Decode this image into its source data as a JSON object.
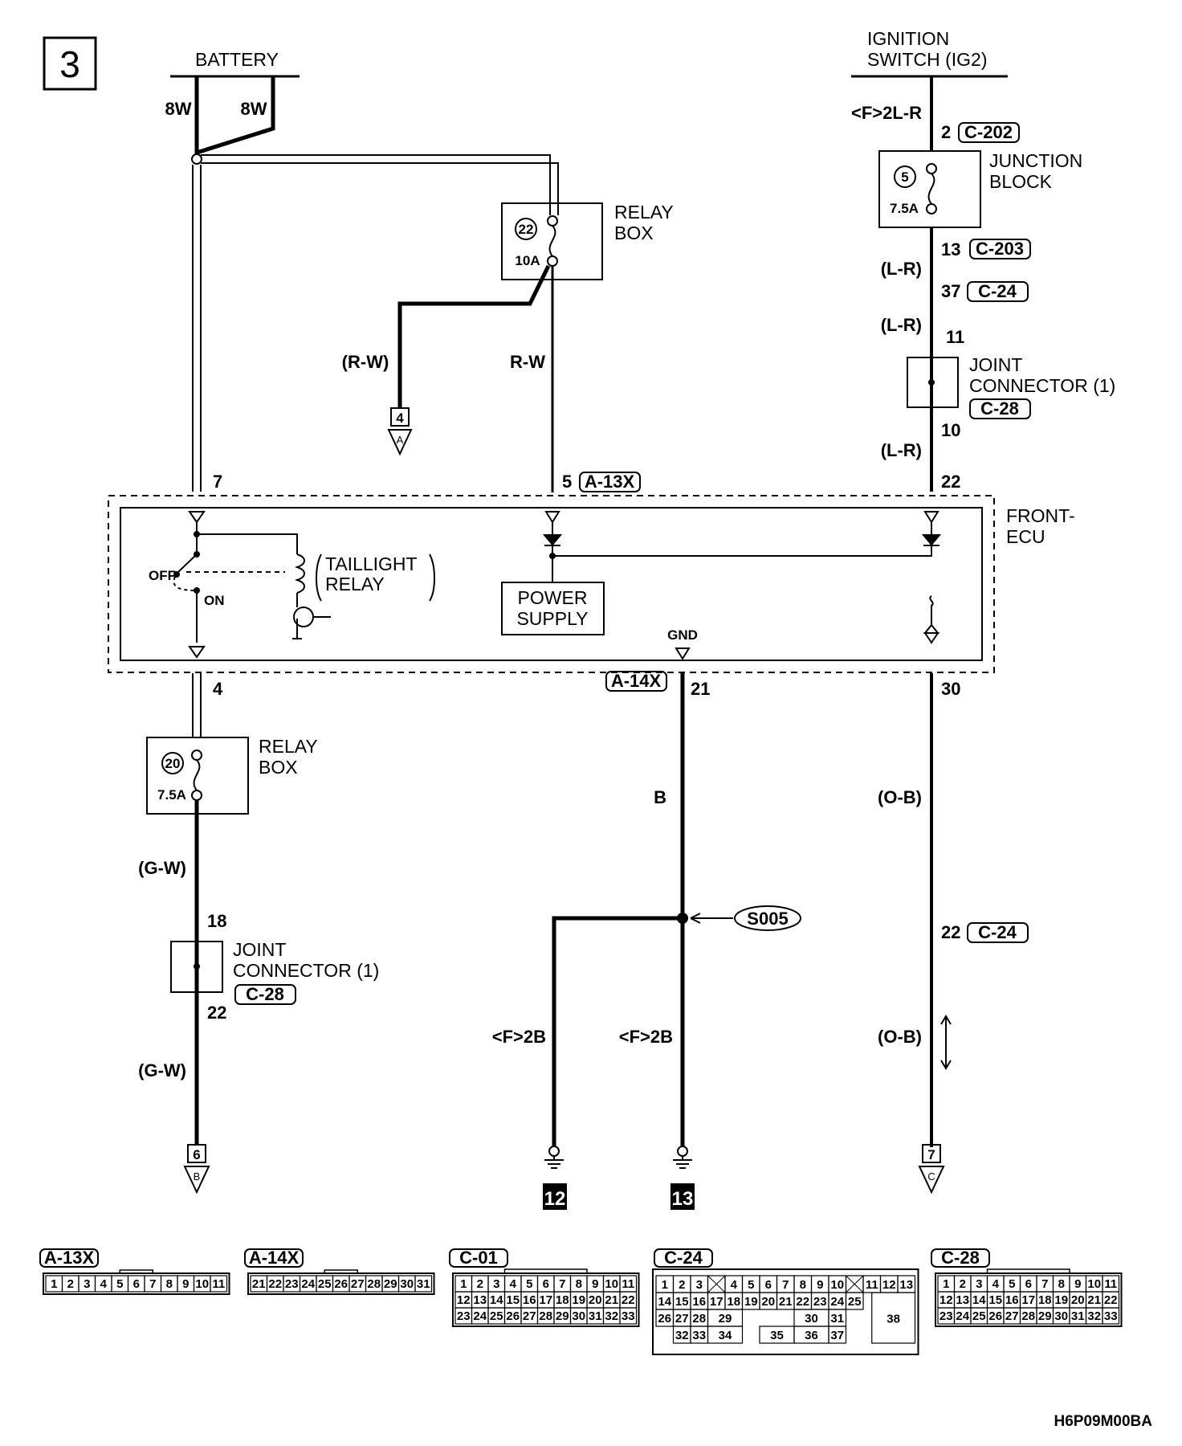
{
  "page": {
    "number": "3",
    "code": "H6P09M00BA"
  },
  "battery": {
    "label": "BATTERY",
    "wire_left": "8W",
    "wire_right": "8W"
  },
  "ignition": {
    "line1": "IGNITION",
    "line2": "SWITCH (IG2)",
    "wire": "<F>2L-R"
  },
  "junction_block": {
    "line1": "JUNCTION",
    "line2": "BLOCK",
    "fuse_no": "5",
    "fuse_rating": "7.5A",
    "pin_in": "2",
    "conn_in": "C-202",
    "pin_out": "13",
    "conn_out": "C-203"
  },
  "relay_box_top": {
    "line1": "RELAY",
    "line2": "BOX",
    "fuse_no": "22",
    "fuse_rating": "10A"
  },
  "relay_box_bottom": {
    "line1": "RELAY",
    "line2": "BOX",
    "fuse_no": "20",
    "fuse_rating": "7.5A"
  },
  "joint_right": {
    "line1": "JOINT",
    "line2": "CONNECTOR (1)",
    "conn": "C-28",
    "pin_in": "11",
    "pin_out": "10"
  },
  "joint_left": {
    "line1": "JOINT",
    "line2": "CONNECTOR (1)",
    "conn": "C-28",
    "pin_in": "18",
    "pin_out": "22"
  },
  "wires": {
    "rw_paren": "(R-W)",
    "rw": "R-W",
    "lr_1": "(L-R)",
    "lr_2": "(L-R)",
    "lr_3": "(L-R)",
    "c24_pin_top": "37",
    "c24_top": "C-24",
    "gw_1": "(G-W)",
    "gw_2": "(G-W)",
    "b": "B",
    "f2b_left": "<F>2B",
    "f2b_right": "<F>2B",
    "ob_1": "(O-B)",
    "ob_2": "(O-B)",
    "c24_pin_bottom": "22",
    "c24_bottom": "C-24"
  },
  "ecu": {
    "title_line1": "FRONT-",
    "title_line2": "ECU",
    "pin_7": "7",
    "pin_5": "5",
    "conn_a13x": "A-13X",
    "pin_22": "22",
    "pin_4": "4",
    "conn_a14x": "A-14X",
    "pin_21": "21",
    "pin_30": "30",
    "gnd": "GND",
    "off": "OFF",
    "on": "ON",
    "relay_line1": "TAILLIGHT",
    "relay_line2": "RELAY",
    "ps_line1": "POWER",
    "ps_line2": "SUPPLY"
  },
  "refs": {
    "to_a": "4",
    "to_a_letter": "A",
    "to_b": "6",
    "to_b_letter": "B",
    "to_c": "7",
    "to_c_letter": "C",
    "ground_12": "12",
    "ground_13": "13"
  },
  "splice": "S005",
  "connector_views": [
    {
      "name": "A-13X",
      "rows": [
        [
          "1",
          "2",
          "3",
          "4",
          "5",
          "6",
          "7",
          "8",
          "9",
          "10",
          "11"
        ]
      ]
    },
    {
      "name": "A-14X",
      "rows": [
        [
          "21",
          "22",
          "23",
          "24",
          "25",
          "26",
          "27",
          "28",
          "29",
          "30",
          "31"
        ]
      ]
    },
    {
      "name": "C-01",
      "rows": [
        [
          "1",
          "2",
          "3",
          "4",
          "5",
          "6",
          "7",
          "8",
          "9",
          "10",
          "11"
        ],
        [
          "12",
          "13",
          "14",
          "15",
          "16",
          "17",
          "18",
          "19",
          "20",
          "21",
          "22"
        ],
        [
          "23",
          "24",
          "25",
          "26",
          "27",
          "28",
          "29",
          "30",
          "31",
          "32",
          "33"
        ]
      ]
    },
    {
      "name": "C-24",
      "rows": [
        [
          "1",
          "2",
          "3",
          "",
          "4",
          "5",
          "6",
          "7",
          "8",
          "9",
          "10",
          "",
          "11",
          "12",
          "13"
        ],
        [
          "14",
          "15",
          "16",
          "17",
          "18",
          "19",
          "20",
          "21",
          "22",
          "23",
          "24",
          "25"
        ],
        [
          "26",
          "27",
          "28",
          "29",
          "30",
          "31"
        ],
        [
          "32",
          "33",
          "34",
          "35",
          "36",
          "37"
        ]
      ],
      "big": "38"
    },
    {
      "name": "C-28",
      "rows": [
        [
          "1",
          "2",
          "3",
          "4",
          "5",
          "6",
          "7",
          "8",
          "9",
          "10",
          "11"
        ],
        [
          "12",
          "13",
          "14",
          "15",
          "16",
          "17",
          "18",
          "19",
          "20",
          "21",
          "22"
        ],
        [
          "23",
          "24",
          "25",
          "26",
          "27",
          "28",
          "29",
          "30",
          "31",
          "32",
          "33"
        ]
      ]
    }
  ]
}
